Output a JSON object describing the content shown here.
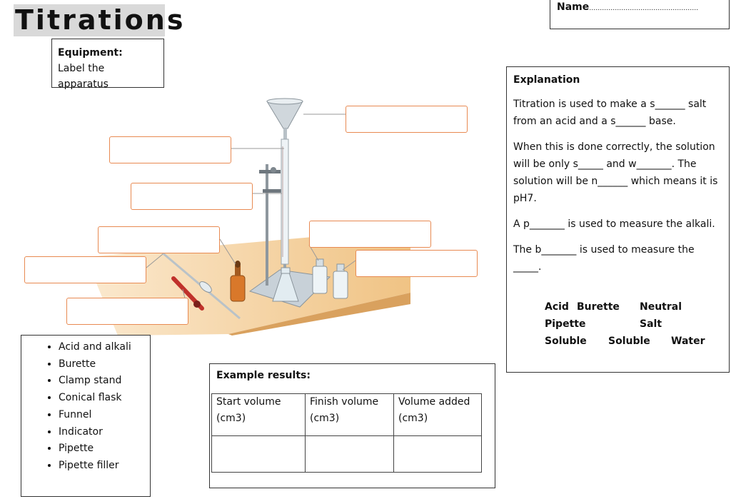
{
  "title": "Titrations",
  "name_label": "Name",
  "name_dots": "……………………………………………",
  "equipment": {
    "heading": "Equipment:",
    "instruction": "Label the apparatus"
  },
  "explanation": {
    "heading": "Explanation",
    "p1": "Titration is used to make a s______ salt from an acid and a s______ base.",
    "p2": "When this is done correctly, the solution will be only s_____ and w_______. The solution will be n______ which means it is pH7.",
    "p3": "A p_______ is used to measure the alkali.",
    "p4": "The b_______ is used to measure the _____.",
    "word_bank": [
      "Acid",
      "Burette",
      "Neutral",
      "Pipette",
      "Salt",
      "Soluble",
      "Soluble",
      "Water"
    ]
  },
  "equipment_list": [
    "Acid and alkali",
    "Burette",
    "Clamp stand",
    "Conical flask",
    "Funnel",
    "Indicator",
    "Pipette",
    "Pipette filler"
  ],
  "results": {
    "heading": "Example results:",
    "columns": [
      "Start volume (cm3)",
      "Finish volume (cm3)",
      "Volume added (cm3)"
    ]
  },
  "colors": {
    "label_border": "#e88a52",
    "table_surface": "#f3c98e",
    "filler_red": "#c0312b",
    "indicator_orange": "#d9782a"
  }
}
